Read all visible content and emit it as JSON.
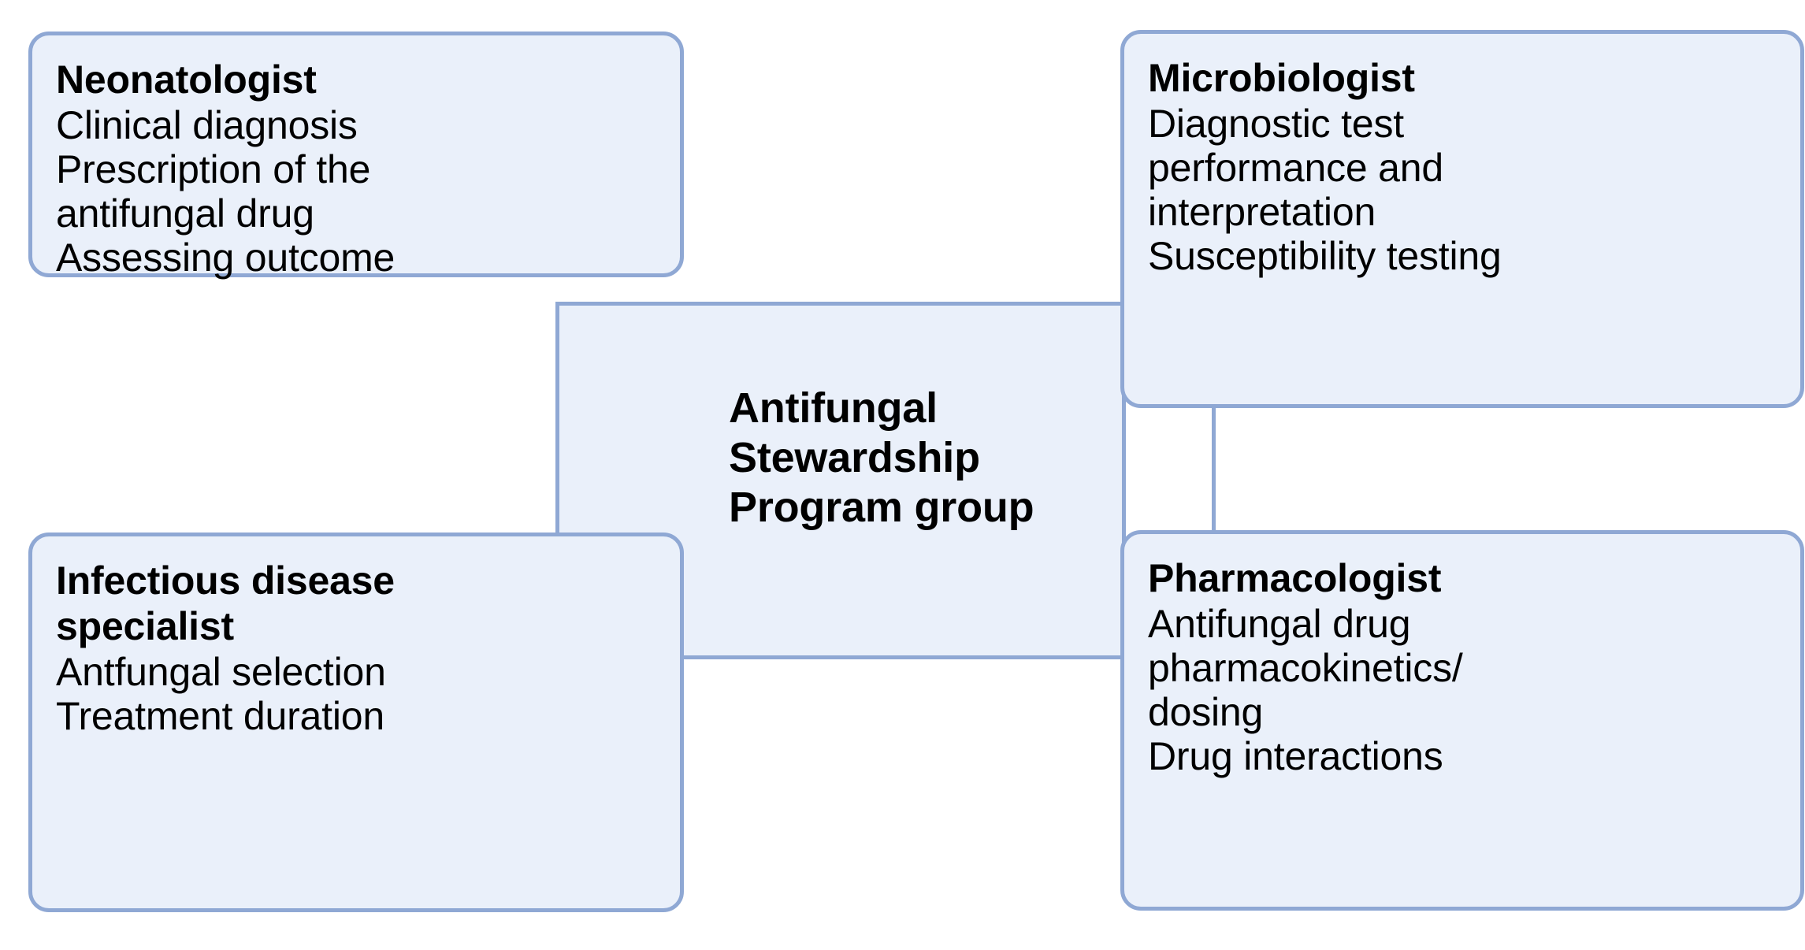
{
  "diagram": {
    "type": "hub-and-spoke",
    "background_color": "#ffffff",
    "box_fill_color": "#eaf0fa",
    "box_border_color": "#8fa8d4",
    "text_color": "#000000",
    "hub": {
      "title_lines": [
        "Antifungal",
        "Stewardship",
        "Program group"
      ],
      "title_full": "Antifungal Stewardship Program group"
    },
    "nodes": [
      {
        "id": "neonatologist",
        "position": "top-left",
        "title": "Neonatologist",
        "lines": [
          "Clinical diagnosis",
          "Prescription of the",
          "antifungal drug",
          "Assessing outcome"
        ]
      },
      {
        "id": "microbiologist",
        "position": "top-right",
        "title": "Microbiologist",
        "lines": [
          "Diagnostic test",
          "performance and",
          "interpretation",
          "Susceptibility testing"
        ]
      },
      {
        "id": "infectious-disease-specialist",
        "position": "bottom-left",
        "title_lines": [
          "Infectious disease",
          "specialist"
        ],
        "title": "Infectious disease specialist",
        "lines": [
          "Antfungal selection",
          "Treatment duration"
        ]
      },
      {
        "id": "pharmacologist",
        "position": "bottom-right",
        "title": "Pharmacologist",
        "lines": [
          "Antifungal drug",
          "pharmacokinetics/",
          "dosing",
          "Drug interactions"
        ]
      }
    ]
  }
}
